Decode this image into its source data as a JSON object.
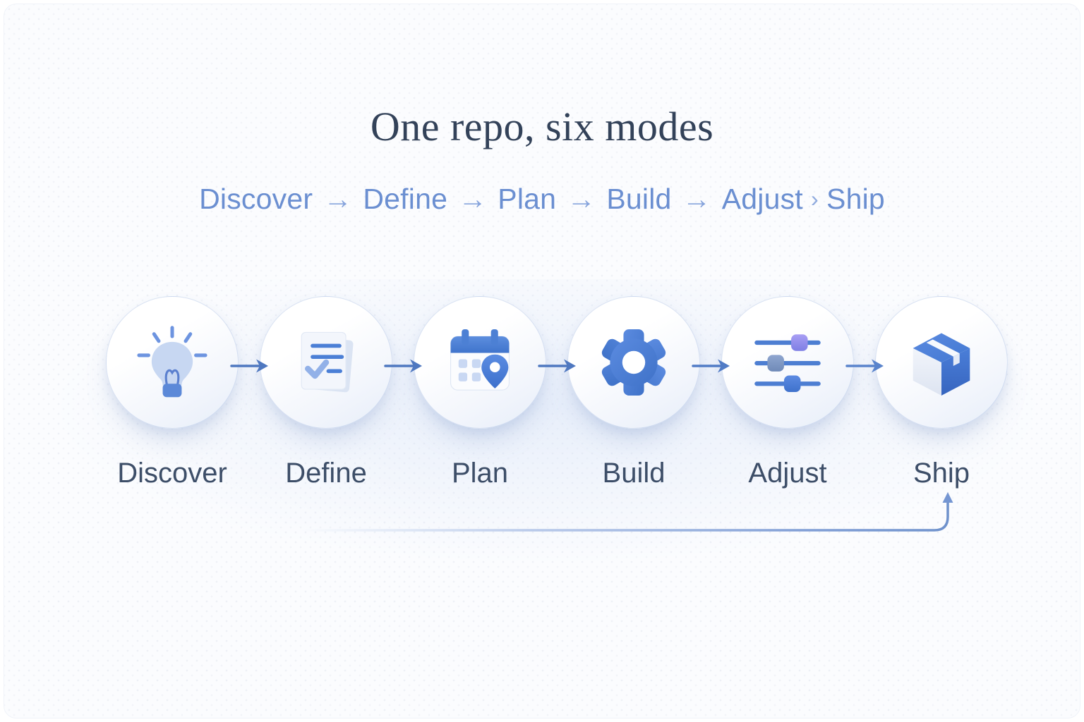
{
  "header": {
    "title": "One repo, six modes"
  },
  "flow": {
    "labels": [
      "Discover",
      "Define",
      "Plan",
      "Build",
      "Adjust",
      "Ship"
    ],
    "separators": [
      "→",
      "→",
      "→",
      "→",
      "›"
    ]
  },
  "steps": [
    {
      "label": "Discover",
      "icon": "lightbulb-icon"
    },
    {
      "label": "Define",
      "icon": "document-checklist-icon"
    },
    {
      "label": "Plan",
      "icon": "calendar-pin-icon"
    },
    {
      "label": "Build",
      "icon": "gear-icon"
    },
    {
      "label": "Adjust",
      "icon": "sliders-icon"
    },
    {
      "label": "Ship",
      "icon": "package-box-icon"
    }
  ],
  "colors": {
    "title": "#334259",
    "subtitle": "#6b8fd1",
    "step_label": "#3d4e68",
    "accent_blue": "#4a7ed6",
    "light_blue": "#c7d7f2",
    "arrow": "#4f78c0",
    "loop_line": "#7596d2",
    "background": "#fbfcfe"
  }
}
